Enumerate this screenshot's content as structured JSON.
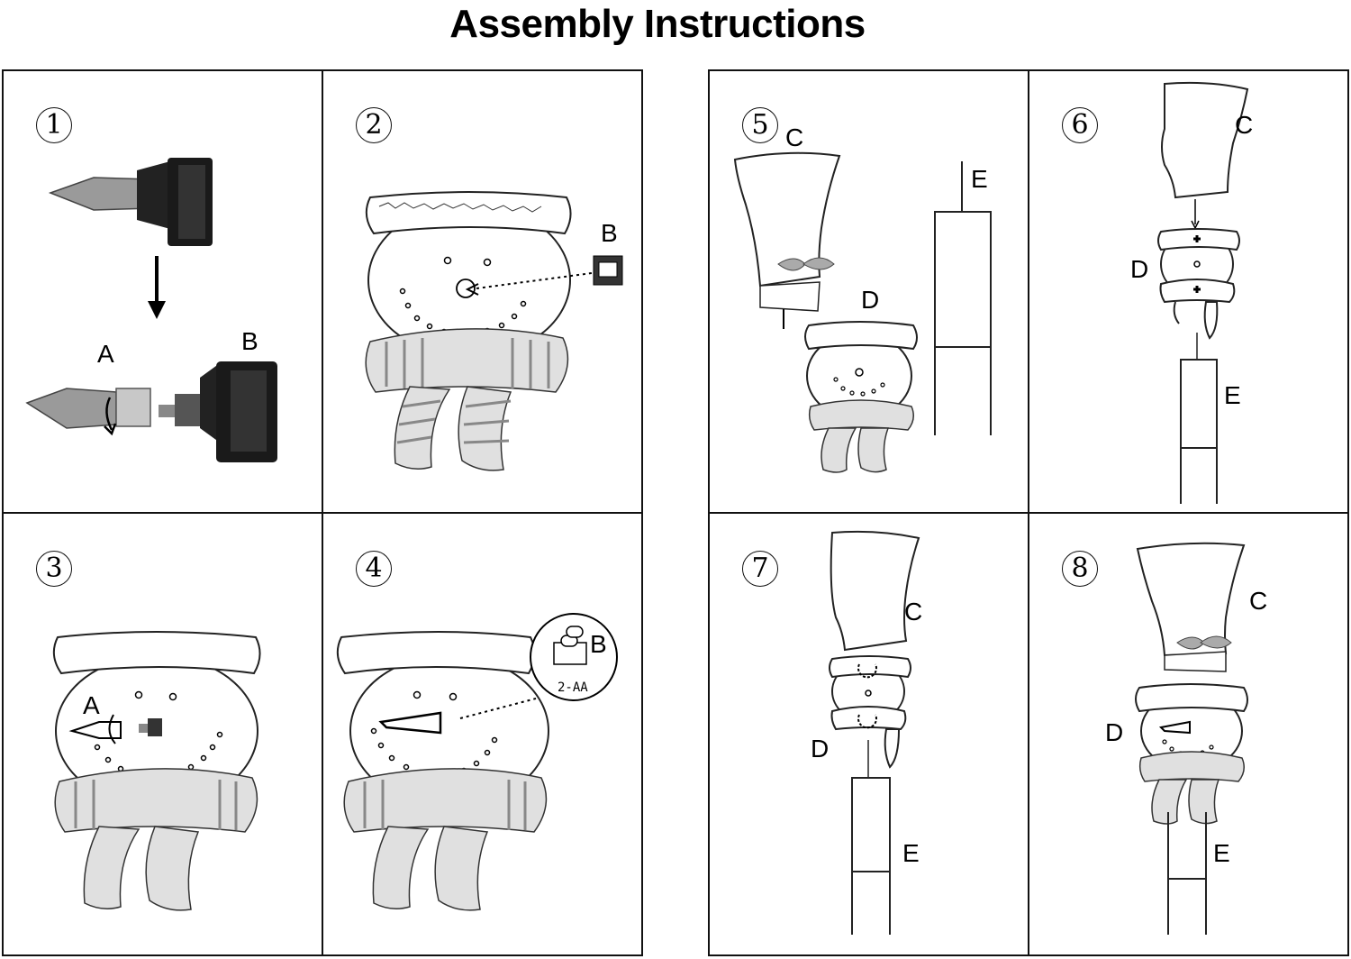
{
  "header": {
    "title": "Assembly Instructions"
  },
  "steps": [
    {
      "num": "1",
      "labels": {
        "A": "A",
        "B": "B"
      }
    },
    {
      "num": "2",
      "labels": {
        "B": "B"
      }
    },
    {
      "num": "3",
      "labels": {
        "A": "A"
      }
    },
    {
      "num": "4",
      "labels": {
        "B": "B",
        "battery": "2-AA"
      }
    },
    {
      "num": "5",
      "labels": {
        "C": "C",
        "D": "D",
        "E": "E"
      }
    },
    {
      "num": "6",
      "labels": {
        "C": "C",
        "D": "D",
        "E": "E"
      }
    },
    {
      "num": "7",
      "labels": {
        "C": "C",
        "D": "D",
        "E": "E"
      }
    },
    {
      "num": "8",
      "labels": {
        "C": "C",
        "D": "D",
        "E": "E"
      }
    }
  ]
}
